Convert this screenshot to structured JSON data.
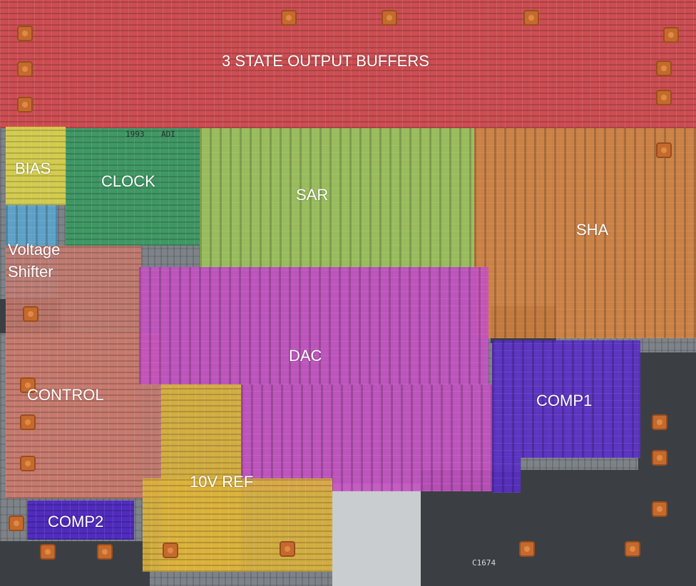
{
  "diagram": {
    "blocks": [
      {
        "id": "output-buffers",
        "label": "3 STATE OUTPUT BUFFERS",
        "color": "#d7474b"
      },
      {
        "id": "bias",
        "label": "BIAS",
        "color": "#dcd44a"
      },
      {
        "id": "clock",
        "label": "CLOCK",
        "color": "#3a9a62"
      },
      {
        "id": "sar",
        "label": "SAR",
        "color": "#9cc35a"
      },
      {
        "id": "sha",
        "label": "SHA",
        "color": "#d6833f"
      },
      {
        "id": "voltage-shifter",
        "label_line1": "Voltage",
        "label_line2": "Shifter",
        "color": "#5ba6cf"
      },
      {
        "id": "control",
        "label": "CONTROL",
        "color": "#c77a6e"
      },
      {
        "id": "dac",
        "label": "DAC",
        "color": "#c451c2"
      },
      {
        "id": "comp1",
        "label": "COMP1",
        "color": "#5a2ec8"
      },
      {
        "id": "ref",
        "label": "10V REF",
        "color": "#dcb23c"
      },
      {
        "id": "comp2",
        "label": "COMP2",
        "color": "#4c22c4"
      }
    ],
    "markings": {
      "year": "1993",
      "brand": "ADI",
      "chip_code": "C1674"
    }
  }
}
